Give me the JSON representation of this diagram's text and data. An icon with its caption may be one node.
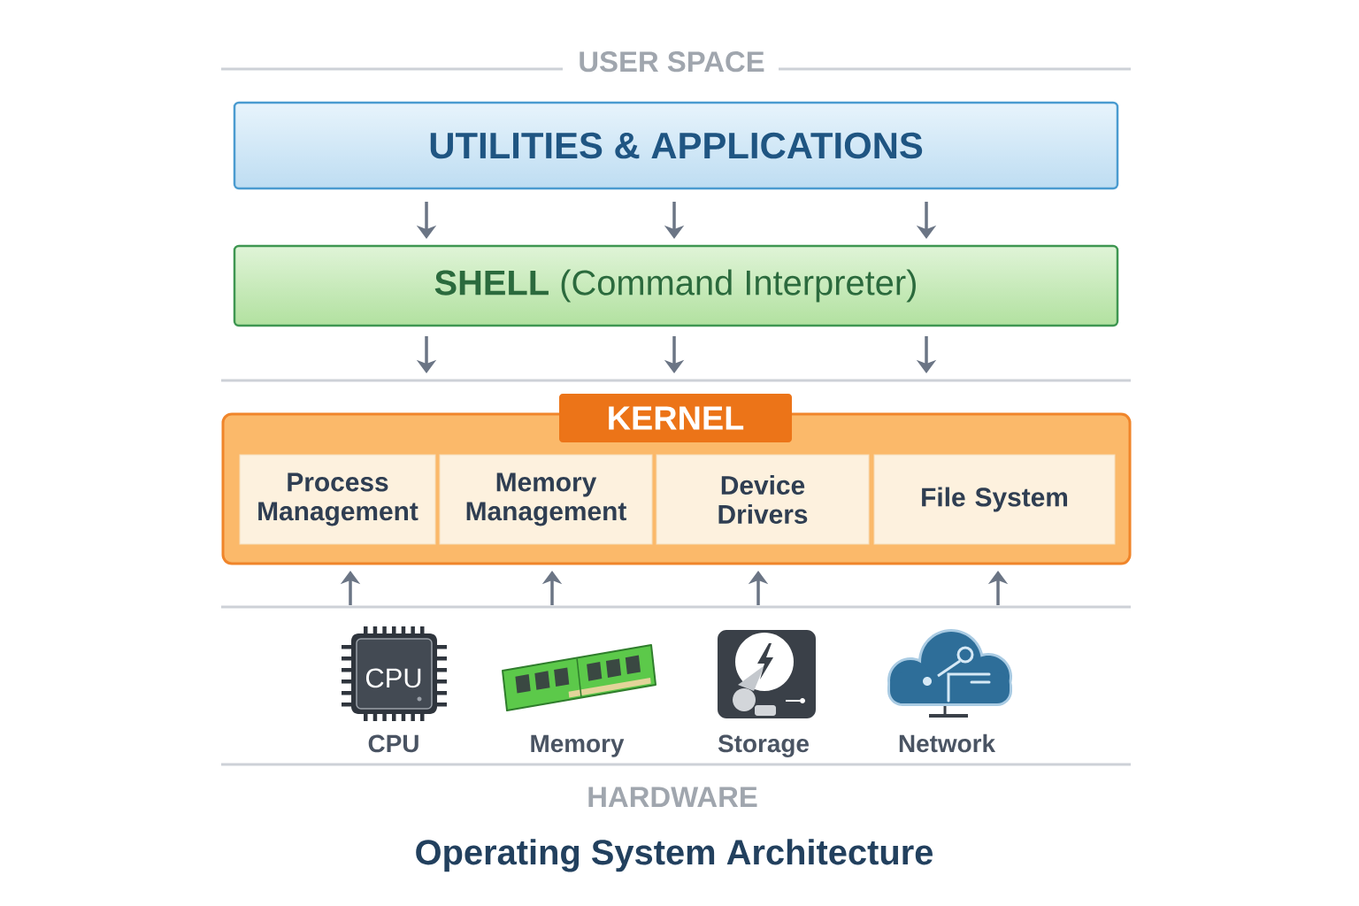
{
  "diagram": {
    "title": "Operating System Architecture",
    "nodes": [
      {
        "text": [
          "UTILITIES & APPLICATIONS"
        ]
      },
      {
        "text": [
          "**SHELL** (Command Interpreter)"
        ]
      },
      {
        "text": [
          "KERNEL"
        ]
      },
      {
        "text": [
          "Process Management"
        ],
        "in": 2
      },
      {
        "text": [
          "Memory Management"
        ],
        "in": 2
      },
      {
        "text": [
          "Device Drivers"
        ],
        "in": 2
      },
      {
        "text": [
          "File System"
        ],
        "in": 2
      }
    ],
    "edges": [
      {
        "from": 0,
        "to": 1,
        "arrow": "to"
      },
      {
        "from": 0,
        "to": 1,
        "arrow": "to"
      },
      {
        "from": 0,
        "to": 1,
        "arrow": "to"
      },
      {
        "from": 1,
        "to": null,
        "arrow": "to"
      },
      {
        "from": 1,
        "to": null,
        "arrow": "to"
      },
      {
        "from": 1,
        "to": null,
        "arrow": "to"
      },
      {
        "from": null,
        "to": 2,
        "arrow": "to"
      },
      {
        "from": null,
        "to": 2,
        "arrow": "to"
      },
      {
        "from": null,
        "to": 2,
        "arrow": "to"
      },
      {
        "from": null,
        "to": 2,
        "arrow": "to"
      }
    ],
    "labels": [
      "USER SPACE",
      "CPU",
      "CPU",
      "Memory",
      "Storage",
      "Network",
      "HARDWARE"
    ]
  }
}
